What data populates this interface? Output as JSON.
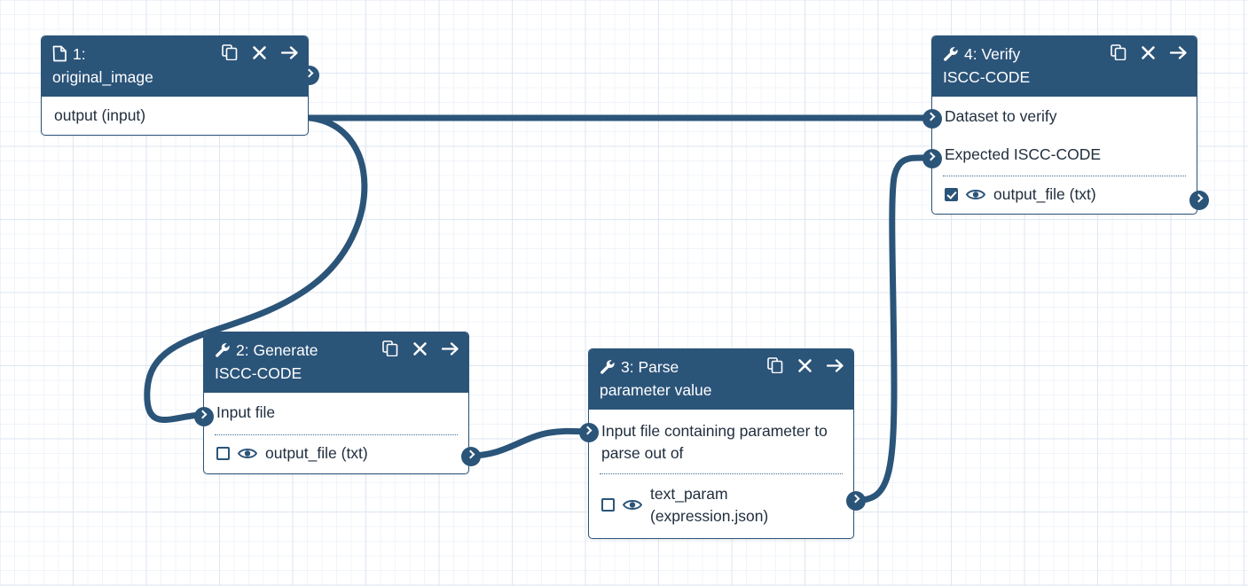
{
  "canvas": {
    "background_color": "#ffffff",
    "grid_minor_color": "#f0f4fa",
    "grid_major_color": "#dde6f2",
    "accent_color": "#2b5479",
    "edge_color": "#2b5479",
    "node_body_color": "#ffffff",
    "text_color": "#1f2d3d"
  },
  "nodes": [
    {
      "id": "node-1",
      "icon": "file-icon",
      "title": "1: original_image",
      "title_part1": "1:",
      "title_part2": "original_image",
      "actions": {
        "copy": "copy-icon",
        "close": "close-icon",
        "run": "arrow-right-icon"
      },
      "inputs": [],
      "outputs": [
        {
          "label": "output (input)",
          "has_checkbox": false,
          "has_eye": false
        }
      ]
    },
    {
      "id": "node-2",
      "icon": "wrench-icon",
      "title": "2: Generate ISCC-CODE",
      "title_part1": "2: Generate",
      "title_part2": "ISCC-CODE",
      "actions": {
        "copy": "copy-icon",
        "close": "close-icon",
        "run": "arrow-right-icon"
      },
      "inputs": [
        {
          "label": "Input file"
        }
      ],
      "outputs": [
        {
          "label": "output_file (txt)",
          "has_checkbox": true,
          "checked": false,
          "has_eye": true
        }
      ]
    },
    {
      "id": "node-3",
      "icon": "wrench-icon",
      "title": "3: Parse parameter value",
      "title_part1": "3: Parse",
      "title_part2": "parameter value",
      "actions": {
        "copy": "copy-icon",
        "close": "close-icon",
        "run": "arrow-right-icon"
      },
      "inputs": [
        {
          "label": "Input file containing parameter to parse out of"
        }
      ],
      "outputs": [
        {
          "label": "text_param (expression.json)",
          "has_checkbox": true,
          "checked": false,
          "has_eye": true
        }
      ]
    },
    {
      "id": "node-4",
      "icon": "wrench-icon",
      "title": "4: Verify ISCC-CODE",
      "title_part1": "4: Verify",
      "title_part2": "ISCC-CODE",
      "actions": {
        "copy": "copy-icon",
        "close": "close-icon",
        "run": "arrow-right-icon"
      },
      "inputs": [
        {
          "label": "Dataset to verify"
        },
        {
          "label": "Expected ISCC-CODE"
        }
      ],
      "outputs": [
        {
          "label": "output_file (txt)",
          "has_checkbox": true,
          "checked": true,
          "has_eye": true
        }
      ]
    }
  ],
  "edges": [
    {
      "from": "node-1.output",
      "to": "node-4.Dataset to verify"
    },
    {
      "from": "node-1.output",
      "to": "node-2.Input file"
    },
    {
      "from": "node-2.output_file",
      "to": "node-3.Input file containing parameter to parse out of"
    },
    {
      "from": "node-3.text_param",
      "to": "node-4.Expected ISCC-CODE"
    }
  ]
}
